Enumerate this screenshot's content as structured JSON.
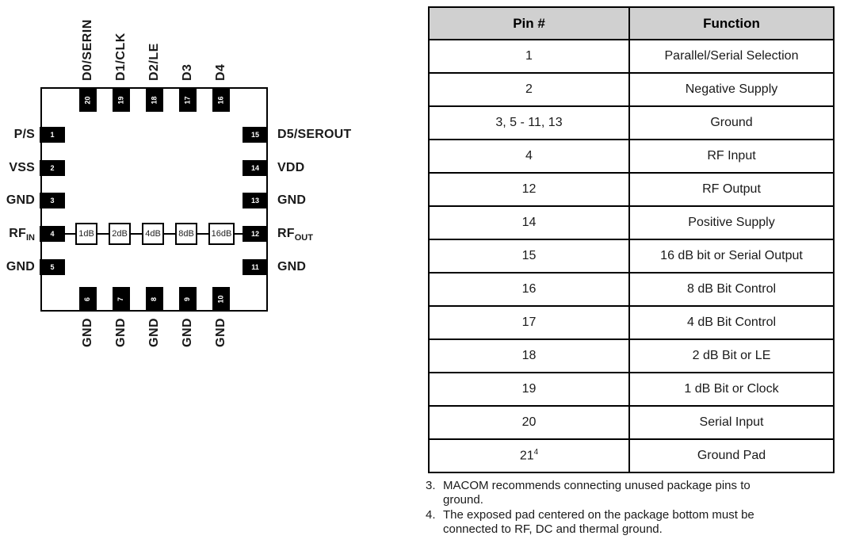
{
  "diagram": {
    "top_pins": [
      {
        "num": "20",
        "label": "D0/SERIN"
      },
      {
        "num": "19",
        "label": "D1/CLK"
      },
      {
        "num": "18",
        "label": "D2/LE"
      },
      {
        "num": "17",
        "label": "D3"
      },
      {
        "num": "16",
        "label": "D4"
      }
    ],
    "left_pins": [
      {
        "num": "1",
        "base": "P/S",
        "sub": ""
      },
      {
        "num": "2",
        "base": "VSS",
        "sub": ""
      },
      {
        "num": "3",
        "base": "GND",
        "sub": ""
      },
      {
        "num": "4",
        "base": "RF",
        "sub": "IN"
      },
      {
        "num": "5",
        "base": "GND",
        "sub": ""
      }
    ],
    "right_pins": [
      {
        "num": "15",
        "base": "D5/SEROUT",
        "sub": ""
      },
      {
        "num": "14",
        "base": "VDD",
        "sub": ""
      },
      {
        "num": "13",
        "base": "GND",
        "sub": ""
      },
      {
        "num": "12",
        "base": "RF",
        "sub": "OUT"
      },
      {
        "num": "11",
        "base": "GND",
        "sub": ""
      }
    ],
    "bottom_pins": [
      {
        "num": "6",
        "label": "GND"
      },
      {
        "num": "7",
        "label": "GND"
      },
      {
        "num": "8",
        "label": "GND"
      },
      {
        "num": "9",
        "label": "GND"
      },
      {
        "num": "10",
        "label": "GND"
      }
    ],
    "attenuators": [
      "1dB",
      "2dB",
      "4dB",
      "8dB",
      "16dB"
    ]
  },
  "table": {
    "header": {
      "pin": "Pin #",
      "function": "Function"
    },
    "rows": [
      {
        "pin": "1",
        "function": "Parallel/Serial Selection"
      },
      {
        "pin": "2",
        "function": "Negative Supply"
      },
      {
        "pin": "3, 5 - 11, 13",
        "function": "Ground"
      },
      {
        "pin": "4",
        "function": "RF Input"
      },
      {
        "pin": "12",
        "function": "RF Output"
      },
      {
        "pin": "14",
        "function": "Positive Supply"
      },
      {
        "pin": "15",
        "function": "16 dB bit or Serial Output"
      },
      {
        "pin": "16",
        "function": "8 dB Bit Control"
      },
      {
        "pin": "17",
        "function": "4 dB Bit Control"
      },
      {
        "pin": "18",
        "function": "2 dB Bit or LE"
      },
      {
        "pin": "19",
        "function": "1 dB Bit or Clock"
      },
      {
        "pin": "20",
        "function": "Serial Input"
      },
      {
        "pin": "21",
        "sup": "4",
        "function": "Ground Pad"
      }
    ]
  },
  "notes": [
    {
      "num": "3.",
      "line1": "MACOM recommends connecting unused package pins to",
      "line2": "ground."
    },
    {
      "num": "4.",
      "line1": "The exposed pad centered on the package bottom must be",
      "line2": "connected to RF, DC and thermal ground."
    }
  ],
  "colors": {
    "header_bg": "#d0d0d0",
    "pin_fill": "#000000",
    "line": "#000000"
  }
}
